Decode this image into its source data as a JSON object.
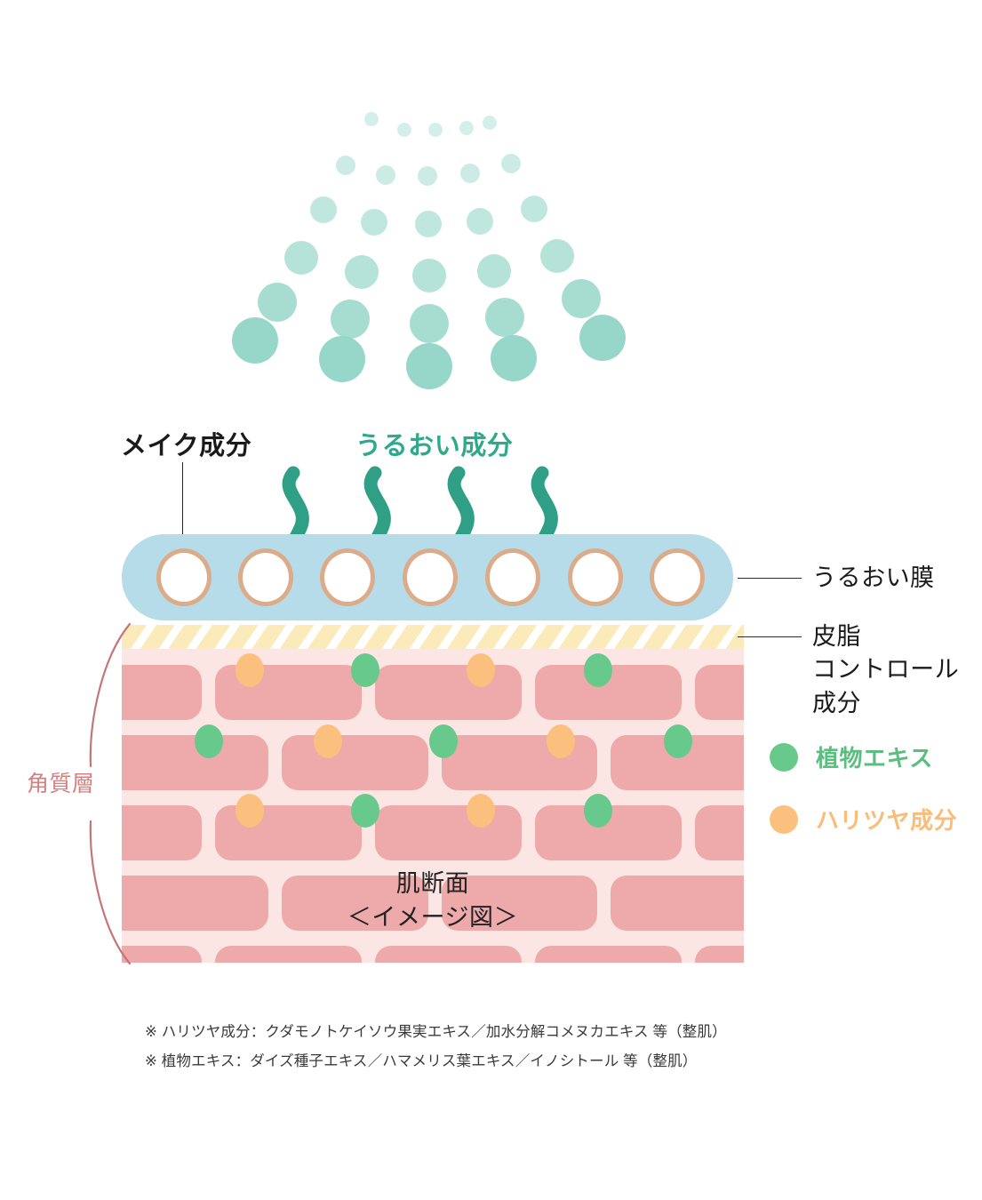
{
  "labels": {
    "makeup": "メイク成分",
    "moisture": "うるおい成分",
    "corneum": "角質層",
    "skin_caption_line1": "肌断面",
    "skin_caption_line2": "＜イメージ図＞"
  },
  "callouts": {
    "film": "うるおい膜",
    "sebum_line1": "皮脂",
    "sebum_line2": "コントロール",
    "sebum_line3": "成分"
  },
  "legend": [
    {
      "label": "植物エキス",
      "color": "#67c98c",
      "text_color": "#5bbd80"
    },
    {
      "label": "ハリツヤ成分",
      "color": "#fbc07d",
      "text_color": "#f9bd79"
    }
  ],
  "notes": [
    "※  ハリツヤ成分：クダモノトケイソウ果実エキス／加水分解コメヌカエキス  等（整肌）",
    "※  植物エキス：ダイズ種子エキス／ハマメリス葉エキス／イノシトール  等（整肌）"
  ],
  "colors": {
    "spray_dot": "#8ed4c4",
    "moisture_film": "#b6dcea",
    "cell_border": "#dcab89",
    "cell_fill": "#ffffff",
    "sebum_hatch": "#fbeaba",
    "skin_bg": "#fce6e4",
    "brick": "#eeaaaa",
    "arrow": "#2fa085",
    "corneum_line": "#c4767a",
    "moisture_heading": "#2fa98c"
  },
  "geometry": {
    "spray_rows": 7,
    "film_cells": 7,
    "arrows": 4,
    "brick_rows": 5
  }
}
